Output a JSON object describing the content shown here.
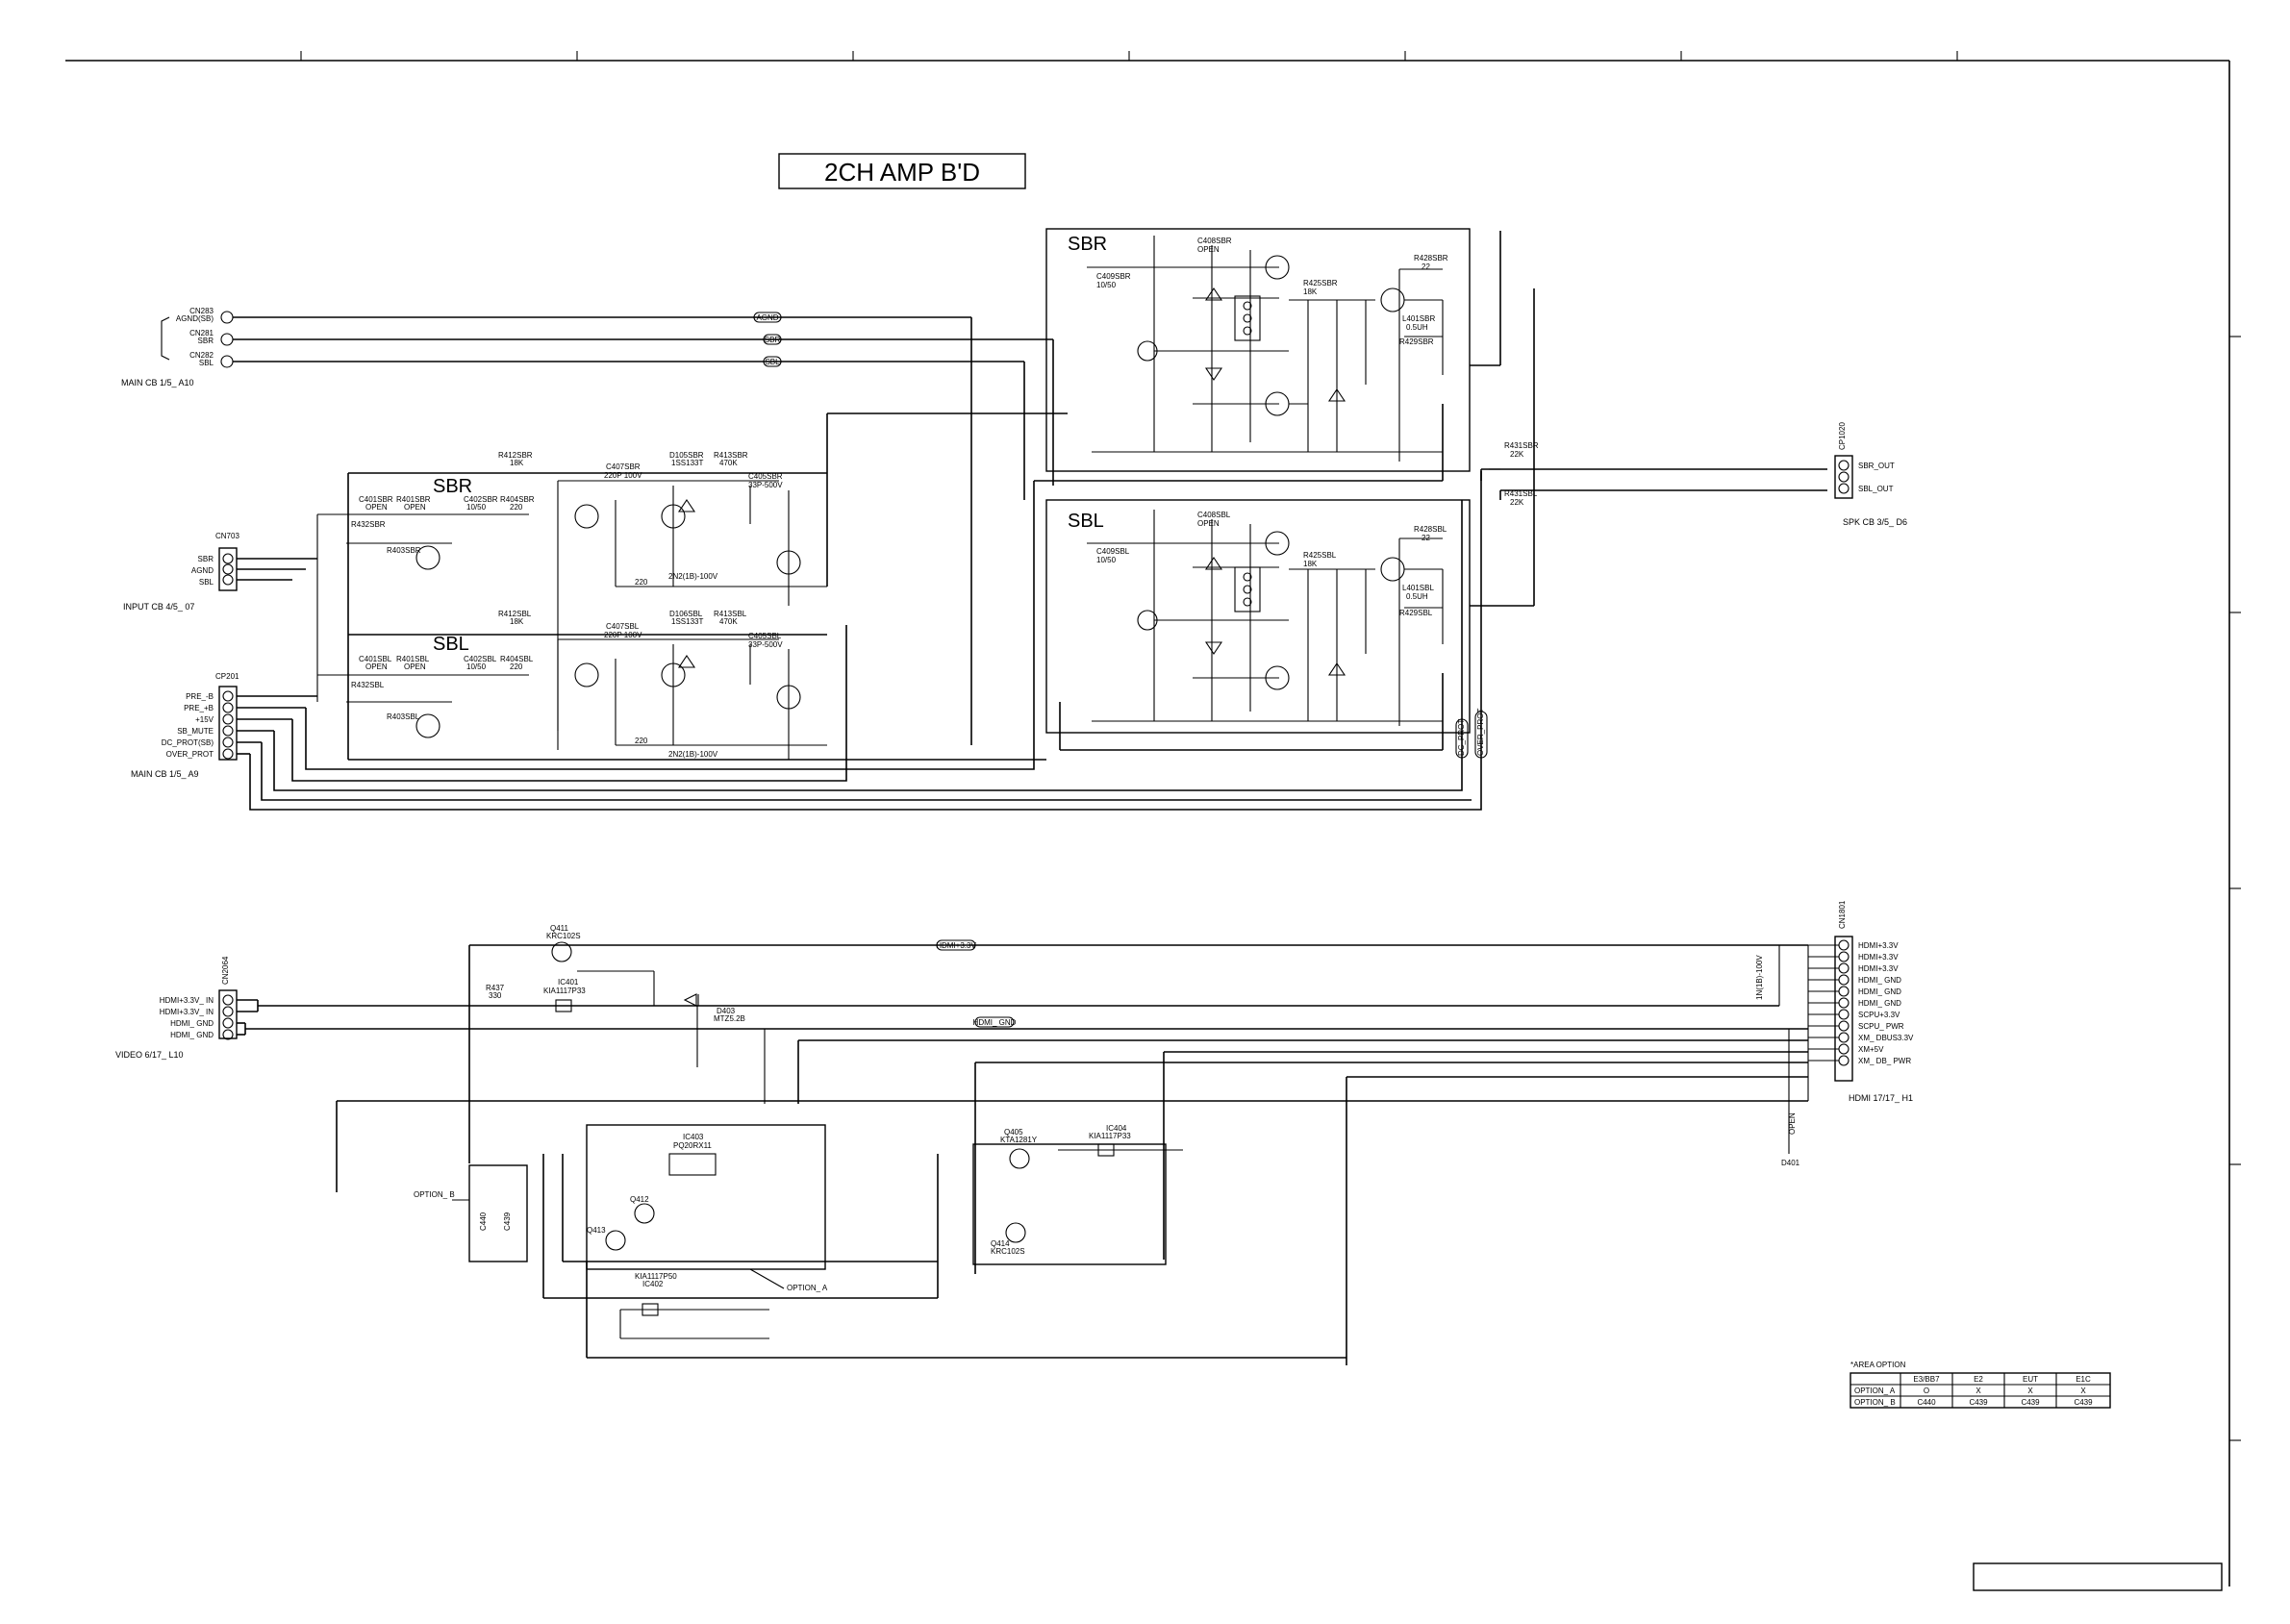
{
  "title": "2CH AMP B'D",
  "blocks": {
    "sbr_power": "SBR",
    "sbl_power": "SBL",
    "sbr_pre": "SBR",
    "sbl_pre": "SBL"
  },
  "connectors": {
    "main_cb_top": {
      "ref": "MAIN CB 1/5_ A10",
      "pins": [
        "AGND(SB)",
        "SBR",
        "SBL"
      ],
      "refs": [
        "CN283",
        "CN281",
        "CN282"
      ]
    },
    "input_cb": {
      "ref": "INPUT CB 4/5_ 07",
      "id": "CN703",
      "pins": [
        "SBR",
        "AGND",
        "SBL"
      ]
    },
    "main_cb_a9": {
      "ref": "MAIN CB 1/5_ A9",
      "id": "CP201",
      "pins": [
        "PRE_-B",
        "PRE_+B",
        "+15V",
        "SB_MUTE",
        "DC_PROT(SB)",
        "OVER_PROT"
      ]
    },
    "spk_cb": {
      "ref": "SPK CB 3/5_ D6",
      "id": "CP1020",
      "pins": [
        "SBR_OUT",
        "SBL_OUT"
      ]
    },
    "video": {
      "ref": "VIDEO 6/17_ L10",
      "id": "CN2064",
      "pins": [
        "HDMI+3.3V_ IN",
        "HDMI+3.3V_ IN",
        "HDMI_ GND",
        "HDMI_ GND"
      ]
    },
    "hdmi": {
      "ref": "HDMI 17/17_ H1",
      "id": "CN1801",
      "pins": [
        "HDMI+3.3V",
        "HDMI+3.3V",
        "HDMI+3.3V",
        "HDMI_ GND",
        "HDMI_ GND",
        "HDMI_ GND",
        "SCPU+3.3V",
        "SCPU_ PWR",
        "XM_ DBUS3.3V",
        "XM+5V",
        "XM_ DB_ PWR"
      ]
    }
  },
  "nets": {
    "agnd": "AGND",
    "sbr": "SBR",
    "sbl": "SBL",
    "hdmi33": "HDMI+3.3V",
    "hdmi_gnd": "HDMI_ GND",
    "dc_prot": "DC_PROT",
    "over_prot": "OVER_PROT"
  },
  "components": {
    "r412sbr": "R412SBR",
    "c407sbr": "C407SBR",
    "d105sbr": "D105SBR",
    "r413sbr": "R413SBR",
    "c405sbr": "C405SBR",
    "c401sbr": "C401SBR",
    "r401sbr": "R401SBR",
    "c402sbr": "C402SBR",
    "r404sbr": "R404SBR",
    "r432sbr": "R432SBR",
    "r403sbr": "R403SBR",
    "r412sbl": "R412SBL",
    "c407sbl": "C407SBL",
    "d106sbl": "D106SBL",
    "r413sbl": "R413SBL",
    "c405sbl": "C405SBL",
    "c401sbl": "C401SBL",
    "r401sbl": "R401SBL",
    "c402sbl": "C402SBL",
    "r404sbl": "R404SBL",
    "r432sbl": "R432SBL",
    "r403sbl": "R403SBL",
    "c408sbr": "C408SBR",
    "c409sbr": "C409SBR",
    "r425sbr": "R425SBR",
    "r428sbr": "R428SBR",
    "l401sbr": "L401SBR",
    "r429sbr": "R429SBR",
    "r431sbr": "R431SBR",
    "c408sbl": "C408SBL",
    "c409sbl": "C409SBL",
    "r425sbl": "R425SBL",
    "r428sbl": "R428SBL",
    "l401sbl": "L401SBL",
    "r429sbl": "R429SBL",
    "r431sbl": "R431SBL",
    "q411": "Q411",
    "r437": "R437",
    "ic401": "IC401",
    "d403": "D403",
    "ic403": "IC403",
    "ic402": "IC402",
    "ic404": "IC404",
    "q405": "Q405",
    "q414": "Q414",
    "q412": "Q412",
    "q413": "Q413",
    "c440": "C440",
    "c439": "C439",
    "d401": "D401",
    "option_a": "OPTION_ A",
    "option_b": "OPTION_ B"
  },
  "values": {
    "r412": "18K",
    "c407": "220P 100V",
    "d105": "1SS133T",
    "r413": "470K",
    "c405": "33P-500V",
    "c401": "OPEN",
    "r401": "OPEN",
    "c402": "10/50",
    "r404": "220",
    "c425": "2N2(1B)-100V",
    "r409": "220",
    "r431": "22K",
    "r428": "22",
    "l401": "0.5UH",
    "r425": "18K",
    "q411": "KRC102S",
    "r437": "330",
    "ic401": "KIA1117P33",
    "d403": "MTZ5.2B",
    "ic403": "PQ20RX11",
    "ic402": "KIA1117P50",
    "ic404": "KIA1117P33",
    "q405": "KTA1281Y",
    "q414": "KRC102S",
    "c412": "1N(1B)-100V",
    "c431": "OPEN"
  },
  "area_option": {
    "title": "*AREA OPTION",
    "columns": [
      "",
      "E3/BB7",
      "E2",
      "EUT",
      "E1C"
    ],
    "rows": [
      [
        "OPTION_ A",
        "O",
        "X",
        "X",
        "X"
      ],
      [
        "OPTION_ B",
        "C440",
        "C439",
        "C439",
        "C439"
      ]
    ]
  },
  "title_block": ""
}
